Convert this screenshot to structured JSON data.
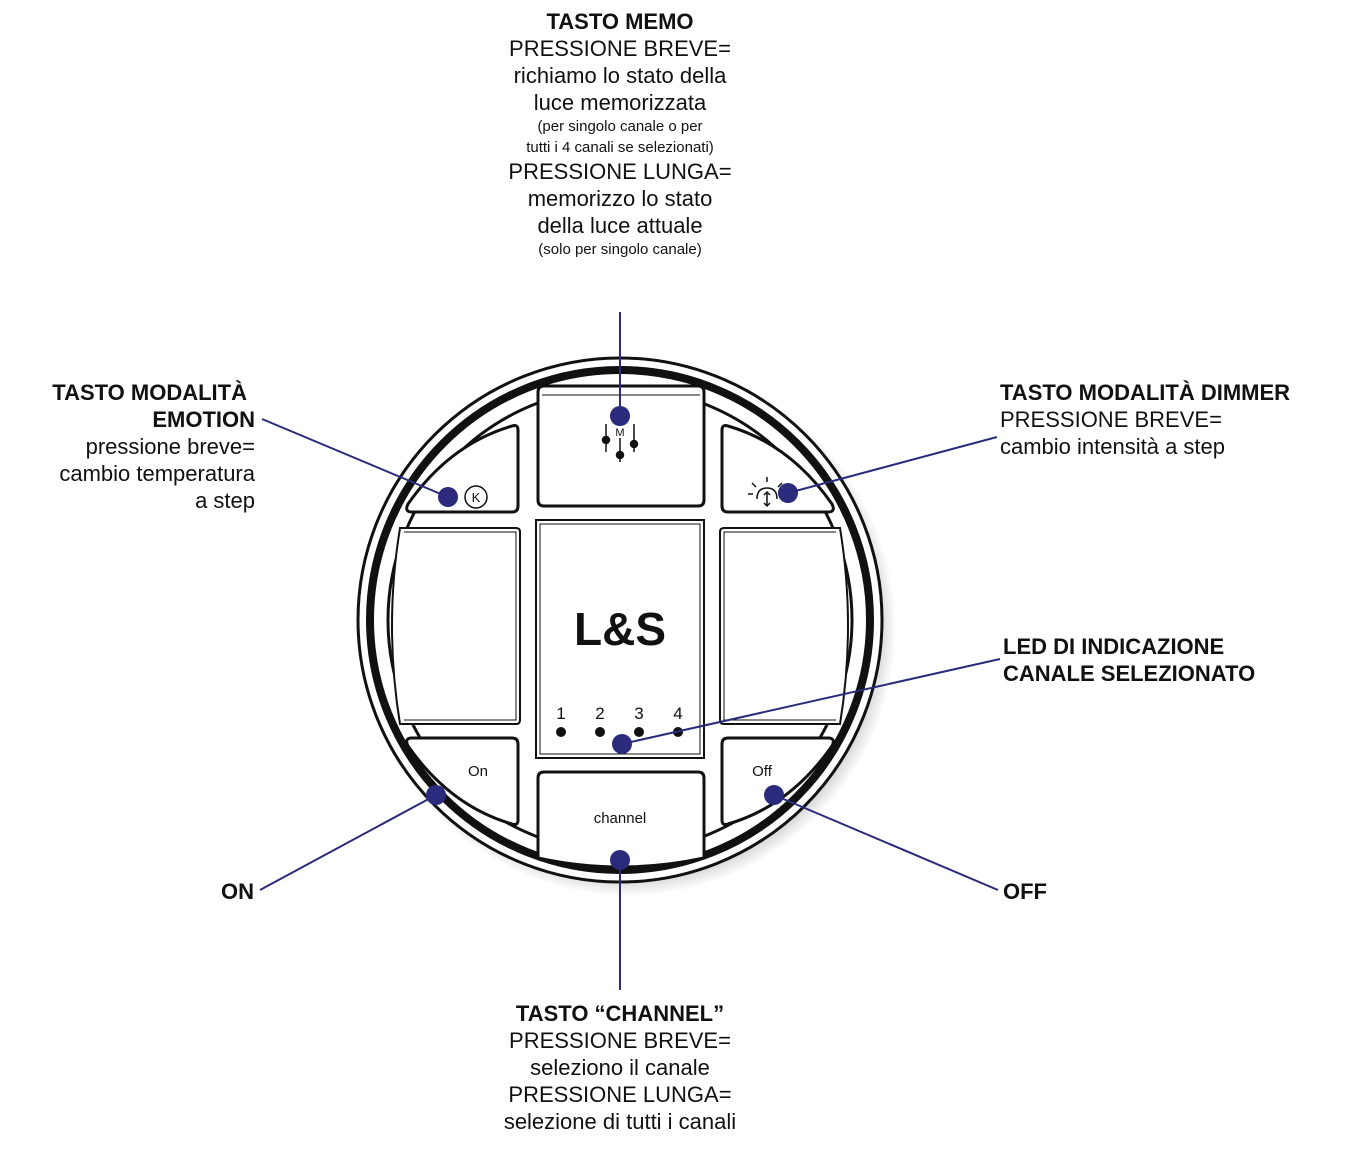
{
  "colors": {
    "callout": "#2b2a7c",
    "outline": "#111111",
    "background": "#ffffff"
  },
  "device": {
    "logo": "L&S",
    "led_numbers": [
      "1",
      "2",
      "3",
      "4"
    ],
    "on_button": "On",
    "off_button": "Off",
    "channel_button": "channel",
    "memo_icon_letter": "M",
    "emotion_icon_letter": "K",
    "icons": {
      "memo": "memo-sliders-icon",
      "emotion": "kelvin-icon",
      "dimmer": "dimmer-bulb-icon"
    }
  },
  "callouts": {
    "memo": {
      "title": "TASTO MEMO",
      "line1": "PRESSIONE BREVE=",
      "line2": "richiamo lo stato della",
      "line3": "luce memorizzata",
      "note1": "(per singolo canale o per",
      "note2": "tutti i 4 canali se selezionati)",
      "line4": "PRESSIONE LUNGA=",
      "line5": "memorizzo lo stato",
      "line6": "della luce attuale",
      "note3": "(solo per singolo canale)"
    },
    "emotion": {
      "title1": "TASTO MODALITÀ",
      "title2": "EMOTION",
      "line1": "pressione breve=",
      "line2": "cambio temperatura",
      "line3": "a step"
    },
    "dimmer": {
      "title": "TASTO MODALITÀ DIMMER",
      "line1": "PRESSIONE BREVE=",
      "line2": "cambio intensità a step"
    },
    "led": {
      "title1": "LED DI INDICAZIONE",
      "title2": "CANALE SELEZIONATO"
    },
    "on": {
      "title": "ON"
    },
    "off": {
      "title": "OFF"
    },
    "channel": {
      "title": "TASTO “CHANNEL”",
      "line1": "PRESSIONE BREVE=",
      "line2": "seleziono il canale",
      "line3": "PRESSIONE LUNGA=",
      "line4": "selezione di tutti i canali"
    }
  }
}
